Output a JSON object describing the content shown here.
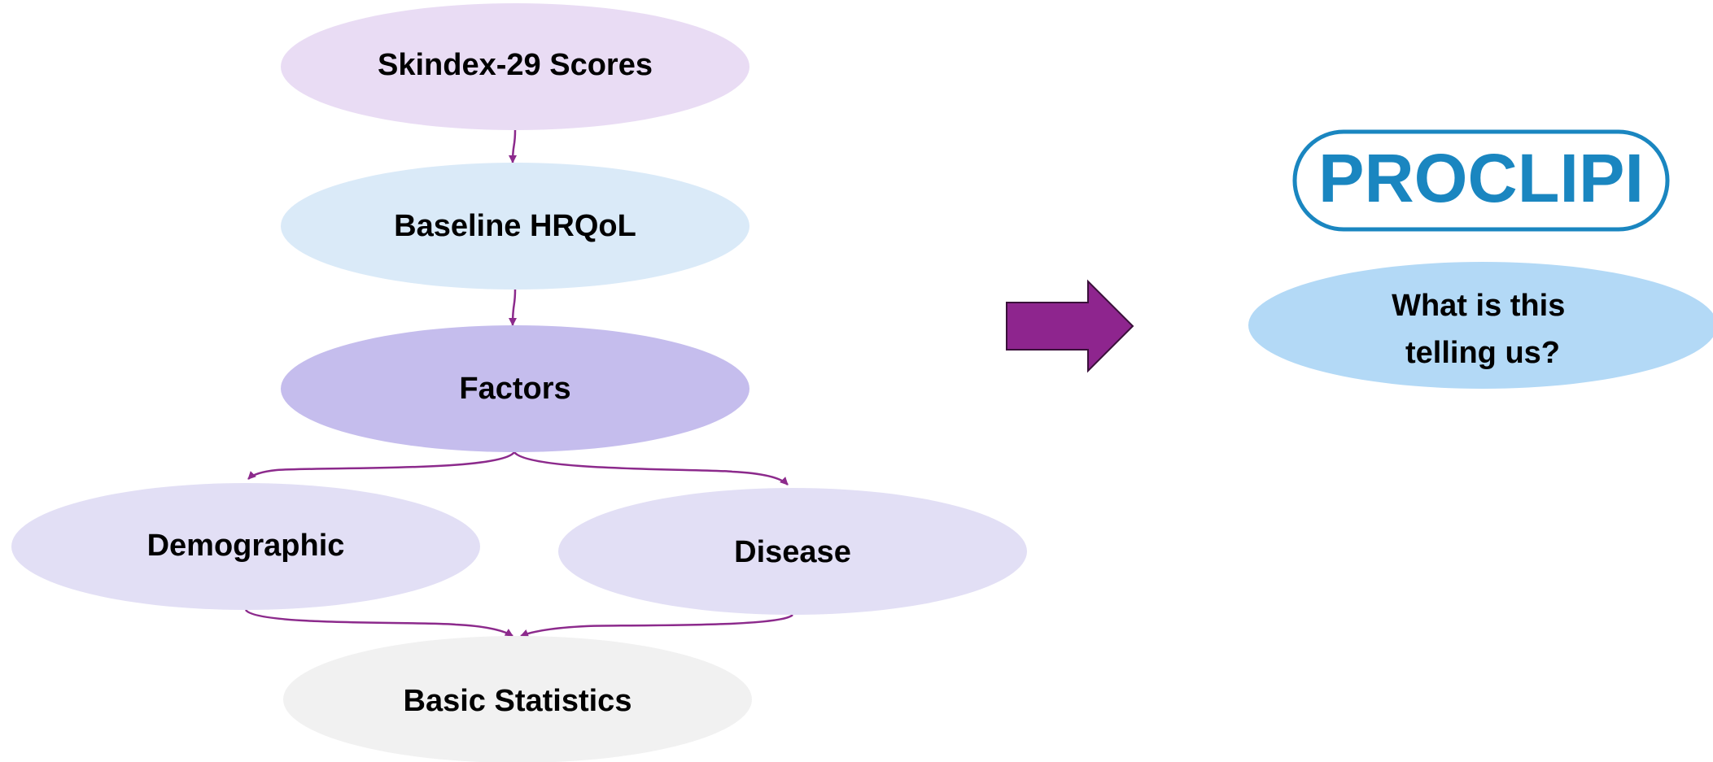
{
  "nodes": {
    "skindex": {
      "label": "Skindex-29 Scores",
      "color": "#e9dcf4"
    },
    "baseline": {
      "label": "Baseline HRQoL",
      "color": "#daeaf8"
    },
    "factors": {
      "label": "Factors",
      "color": "#c5bded"
    },
    "demographic": {
      "label": "Demographic",
      "color": "#e2dff5"
    },
    "disease": {
      "label": "Disease",
      "color": "#e2dff5"
    },
    "basic_stats": {
      "label": "Basic Statistics",
      "color": "#f1f1f1"
    },
    "question": {
      "line1": "What is this",
      "line2": "telling us?",
      "color": "#b3d9f6"
    }
  },
  "logo": {
    "text": "PROCLIPI",
    "color": "#1a86c0"
  },
  "connector_color": "#8c2a8c",
  "arrow": {
    "fill": "#8e258e",
    "stroke": "#3a103a"
  }
}
